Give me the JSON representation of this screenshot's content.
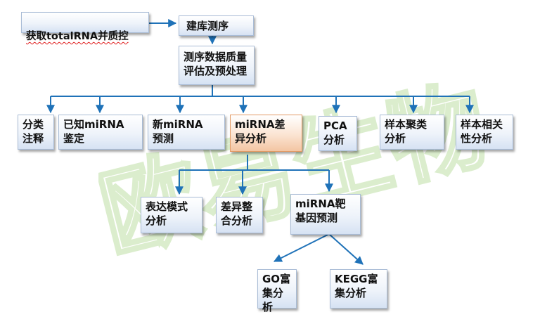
{
  "nodes": {
    "get_rna": "获取totalRNA并质控",
    "library_seq": "建库测序",
    "qc_eval": "测序数据质量\n评估及预处理",
    "classify": "分类\n注释",
    "known_mirna": "已知miRNA\n鉴定",
    "new_mirna": "新miRNA\n预测",
    "diff_analysis": "miRNA差\n异分析",
    "pca": "PCA\n分析",
    "cluster": "样本聚类\n分析",
    "correlation": "样本相关\n性分析",
    "expression_pattern": "表达模式\n分析",
    "diff_integration": "差异整\n合分析",
    "target_prediction": "miRNA靶\n基因预测",
    "go": "GO富\n集分析",
    "kegg": "KEGG富\n集分析"
  },
  "watermark": "欧易生物",
  "colors": {
    "arrow": "#1f72b8",
    "node_border": "#a9bcd6",
    "highlight_border": "#e39a64",
    "watermark": "#d8ecc8"
  }
}
